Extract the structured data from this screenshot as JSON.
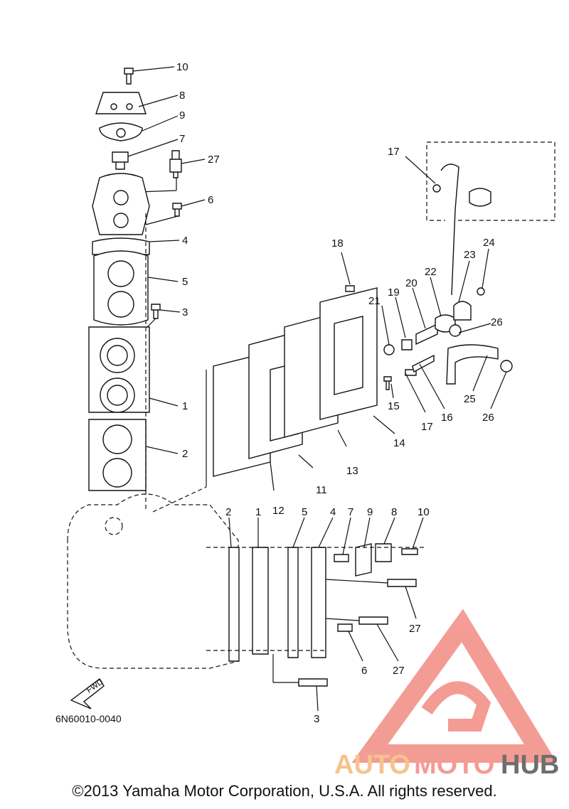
{
  "diagram": {
    "part_code": "6N60010-0040",
    "fwd_label": "FWD",
    "copyright": "©2013 Yamaha Motor Corporation, U.S.A. All rights reserved.",
    "callouts": {
      "c10a": "10",
      "c8a": "8",
      "c9a": "9",
      "c7a": "7",
      "c27a": "27",
      "c6a": "6",
      "c4a": "4",
      "c5a": "5",
      "c3a": "3",
      "c1a": "1",
      "c2a": "2",
      "c17a": "17",
      "c24": "24",
      "c23": "23",
      "c22": "22",
      "c18": "18",
      "c20": "20",
      "c19": "19",
      "c21": "21",
      "c26a": "26",
      "c15": "15",
      "c17b": "17",
      "c16": "16",
      "c25": "25",
      "c26b": "26",
      "c14": "14",
      "c13": "13",
      "c11": "11",
      "c12": "12",
      "b2": "2",
      "b1": "1",
      "b5": "5",
      "b4": "4",
      "b7": "7",
      "b9": "9",
      "b8": "8",
      "b10": "10",
      "c27b": "27",
      "c27c": "27",
      "c6b": "6",
      "c3b": "3"
    }
  },
  "watermark": {
    "part1": "AUTO",
    "part2": "MOTO",
    "part3": "HUB",
    "color_primary": "#f28b82",
    "color_secondary": "#f5b97a",
    "color_dark": "#555555"
  }
}
